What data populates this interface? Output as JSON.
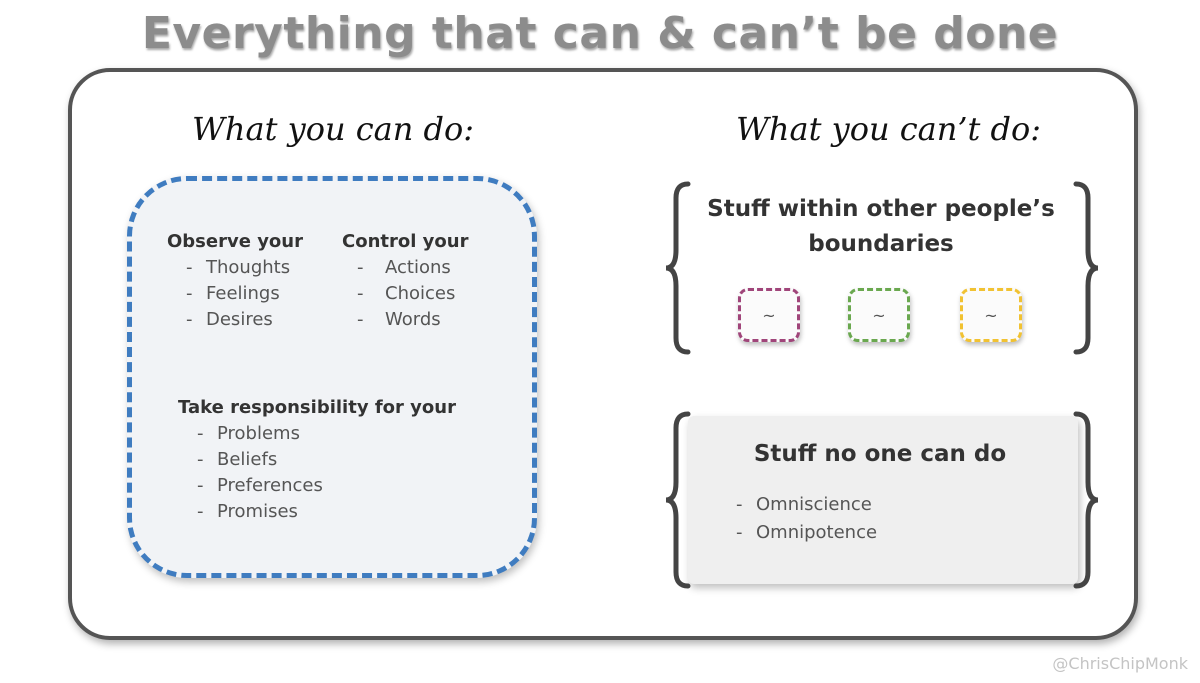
{
  "title": "Everything that can & can’t be done",
  "can": {
    "heading": "What you can do:",
    "observe": {
      "heading": "Observe your",
      "items": [
        "Thoughts",
        "Feelings",
        "Desires"
      ]
    },
    "control": {
      "heading": "Control your",
      "items": [
        "Actions",
        "Choices",
        "Words"
      ]
    },
    "responsibility": {
      "heading": "Take responsibility for your",
      "items": [
        "Problems",
        "Beliefs",
        "Preferences",
        "Promises"
      ]
    },
    "border_color": "#3f7cc0"
  },
  "cant": {
    "heading": "What you can’t do:",
    "others": {
      "heading_line1": "Stuff within other people’s",
      "heading_line2": "boundaries",
      "mini_boxes": [
        {
          "label": "~",
          "color": "#a0457a"
        },
        {
          "label": "~",
          "color": "#6aa84f"
        },
        {
          "label": "~",
          "color": "#f1c232"
        }
      ]
    },
    "no_one": {
      "heading": "Stuff no one can do",
      "items": [
        "Omniscience",
        "Omnipotence"
      ]
    }
  },
  "credit": "@ChrisChipMonk"
}
